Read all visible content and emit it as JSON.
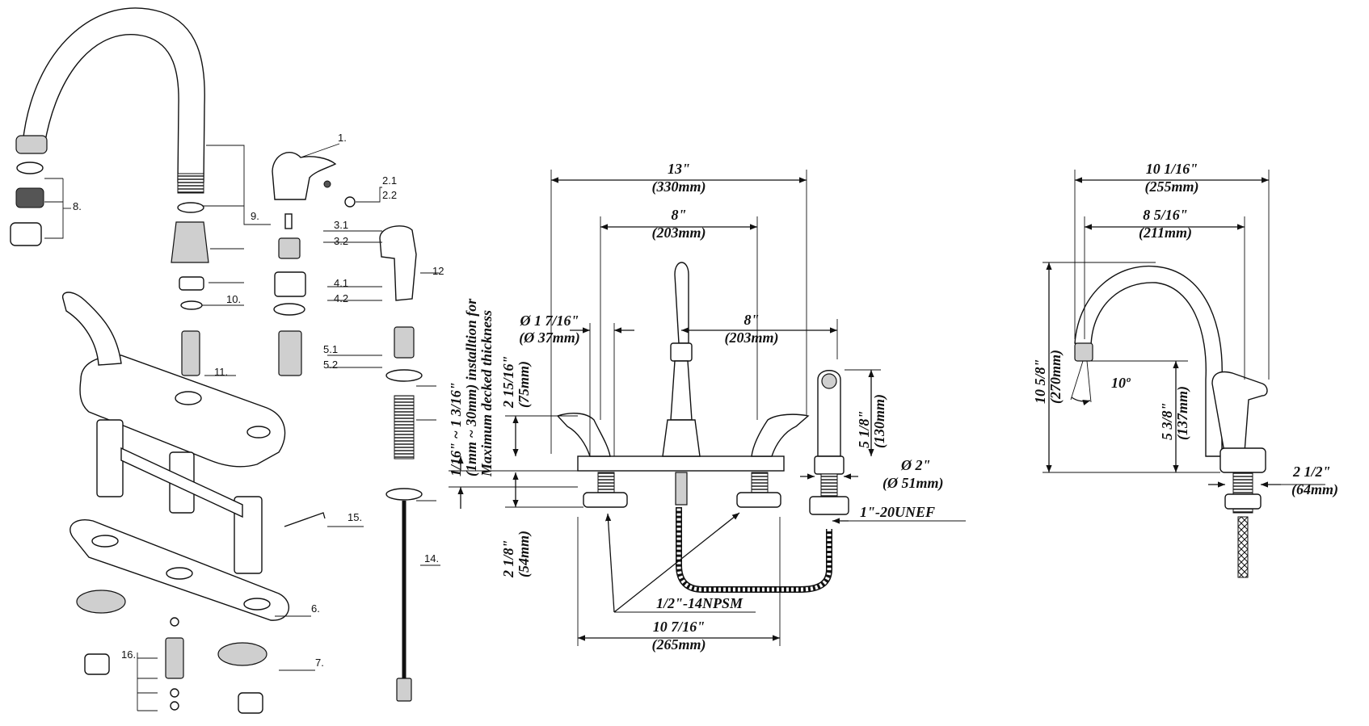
{
  "callouts": {
    "p1": "1.",
    "p2_1": "2.1",
    "p2_2": "2.2",
    "p3_1": "3.1",
    "p3_2": "3.2",
    "p4_1": "4.1",
    "p4_2": "4.2",
    "p5_1": "5.1",
    "p5_2": "5.2",
    "p6": "6.",
    "p7": "7.",
    "p8": "8.",
    "p9": "9.",
    "p10": "10.",
    "p11": "11.",
    "p12": "12",
    "p14": "14.",
    "p15": "15.",
    "p16": "16."
  },
  "front_view": {
    "overall_in": "13\"",
    "overall_mm": "(330mm)",
    "spread_in": "8\"",
    "spread_mm": "(203mm)",
    "spray_in": "8\"",
    "spray_mm": "(203mm)",
    "hole_in": "Ø 1 7/16\"",
    "hole_mm": "(Ø 37mm)",
    "handle_h_in": "2 15/16\"",
    "handle_h_mm": "(75mm)",
    "deck_note_1": "1/16\" ~ 1 3/16\"",
    "deck_note_2": "(1mm ~ 30mm) installtion for",
    "deck_note_3": "Maximum decked thickness",
    "shank_in": "2 1/8\"",
    "shank_mm": "(54mm)",
    "spray_h_in": "5 1/8\"",
    "spray_h_mm": "(130mm)",
    "spray_base_in": "Ø 2\"",
    "spray_base_mm": "(Ø 51mm)",
    "thread_spray": "1\"-20UNEF",
    "thread_valve": "1/2\"-14NPSM",
    "base_in": "10 7/16\"",
    "base_mm": "(265mm)"
  },
  "side_view": {
    "overall_in": "10 1/16\"",
    "overall_mm": "(255mm)",
    "reach_in": "8 5/16\"",
    "reach_mm": "(211mm)",
    "height_in": "10 5/8\"",
    "height_mm": "(270mm)",
    "angle": "10º",
    "spout_h_in": "5 3/8\"",
    "spout_h_mm": "(137mm)",
    "sprayer_in": "2 1/2\"",
    "sprayer_mm": "(64mm)"
  }
}
